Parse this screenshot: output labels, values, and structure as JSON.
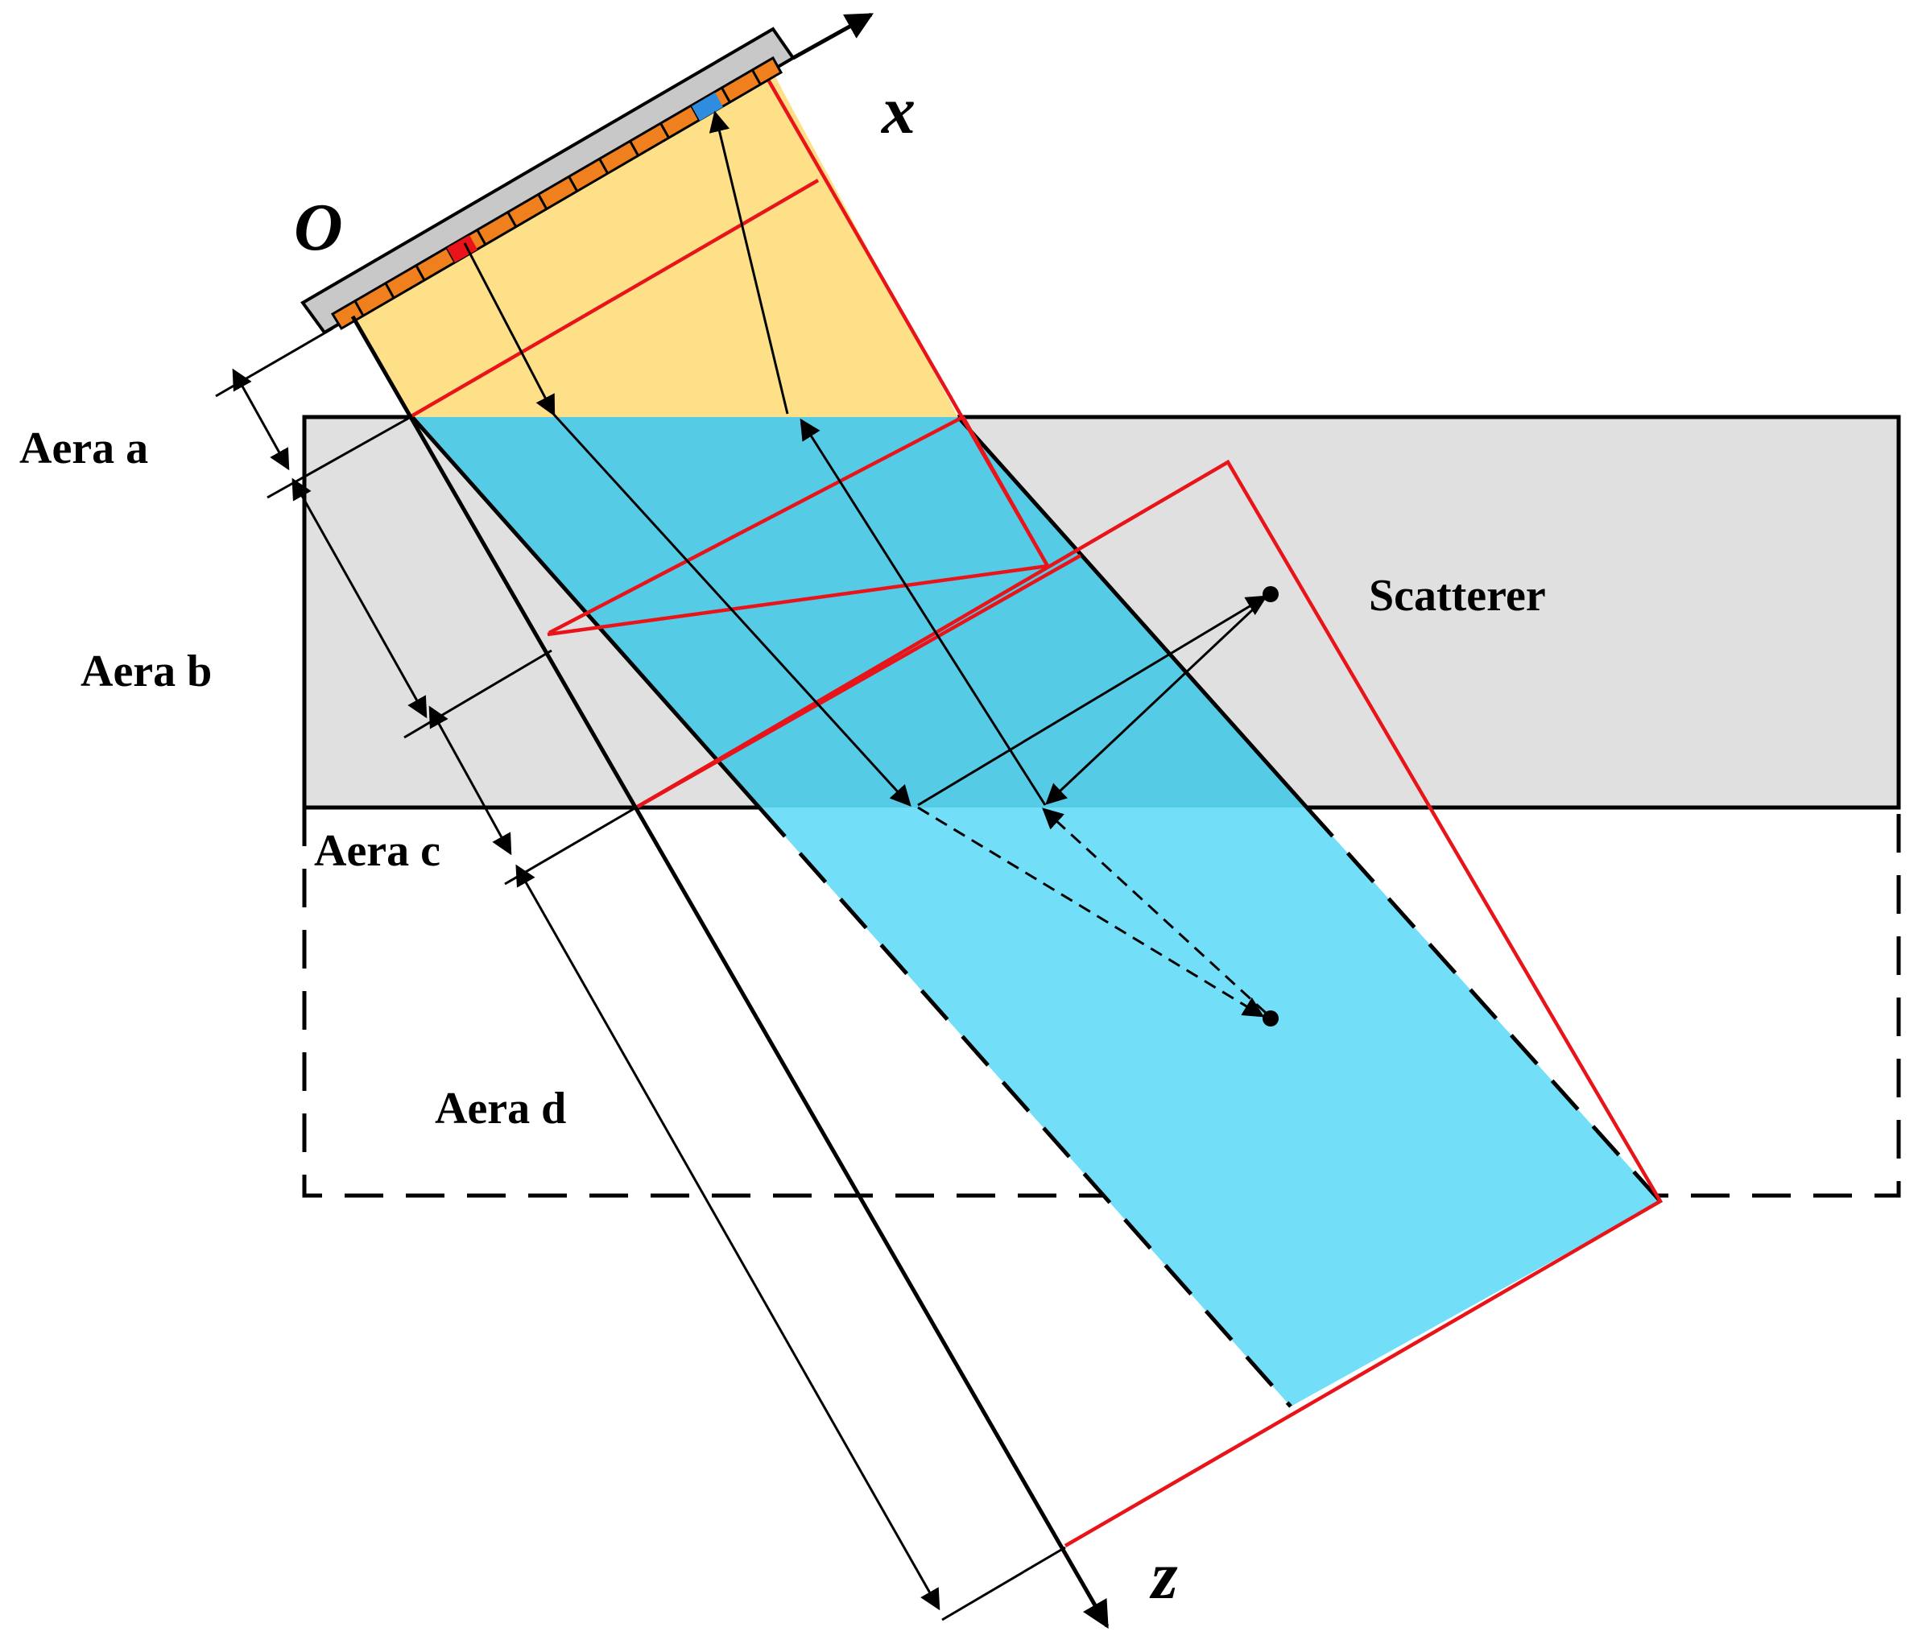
{
  "labels": {
    "origin": "O",
    "x_axis": "x",
    "z_axis": "z",
    "area_a": "Aera a",
    "area_b": "Aera b",
    "area_c": "Aera c",
    "area_d": "Aera d",
    "scatterer": "Scatterer"
  },
  "colors": {
    "wedge_fill": "#fde087",
    "water_fill": "#56cbe5",
    "image_fill": "#72def8",
    "scatterer_fill": "#e0e0e0",
    "boundary_red": "#e8141a",
    "probe_body": "#c8c8c8",
    "element_orange": "#f07f1e",
    "tx_element": "#e8141a",
    "rx_element": "#2f8cde"
  }
}
